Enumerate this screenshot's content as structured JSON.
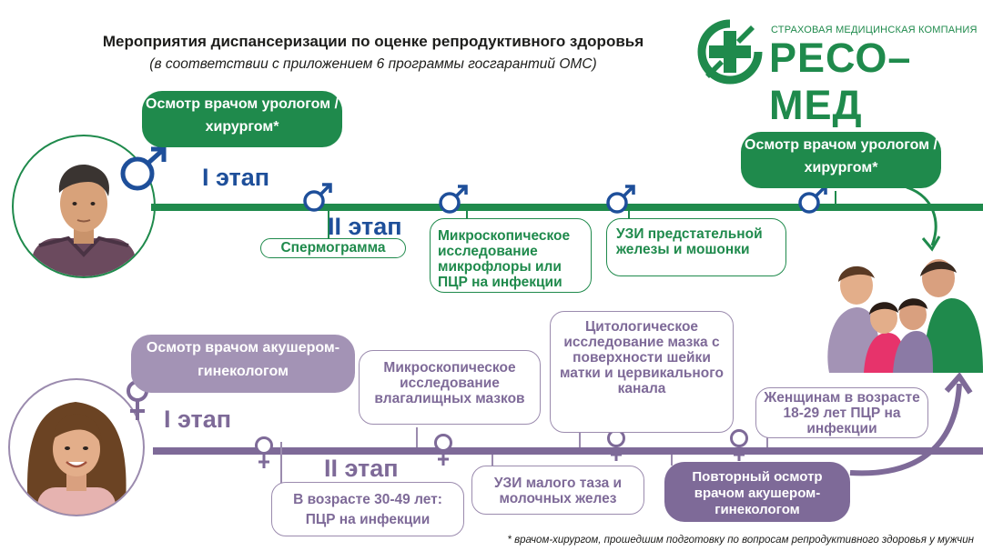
{
  "header": {
    "title": "Мероприятия диспансеризации по оценке репродуктивного здоровья",
    "subtitle": "(в соответствии с приложением 6 программы госгарантий ОМС)"
  },
  "logo": {
    "company_type": "СТРАХОВАЯ МЕДИЦИНСКАЯ КОМПАНИЯ",
    "company_name": "РЕСО–МЕД",
    "color": "#1f8a4c"
  },
  "male": {
    "stage1_label": "I этап",
    "stage2_label": "II этап",
    "exam1": "Осмотр врачом урологом / хирургом*",
    "exam2": "Осмотр врачом урологом / хирургом*",
    "steps": [
      "Спермограмма",
      "Микроскопическое исследование микрофлоры или ПЦР на инфекции",
      "УЗИ предстательной железы и мошонки"
    ],
    "color": "#1f8a4c",
    "symbol_color": "#1e4f9a"
  },
  "female": {
    "stage1_label": "I этап",
    "stage2_label": "II этап",
    "exam1": "Осмотр врачом акушером-гинекологом",
    "steps": [
      "В возрасте 30-49 лет: ПЦР на инфекции",
      "Микроскопическое исследование влагалищных мазков",
      "УЗИ малого таза и молочных желез",
      "Цитологическое исследование мазка с поверхности шейки матки и цервикального канала",
      "Женщинам в возрасте 18-29 лет ПЦР на инфекции"
    ],
    "repeat_exam": "Повторный осмотр врачом акушером-гинекологом",
    "color": "#7e6a98"
  },
  "footnote": "* врачом-хирургом, прошедшим подготовку по вопросам репродуктивного здоровья у мужчин"
}
